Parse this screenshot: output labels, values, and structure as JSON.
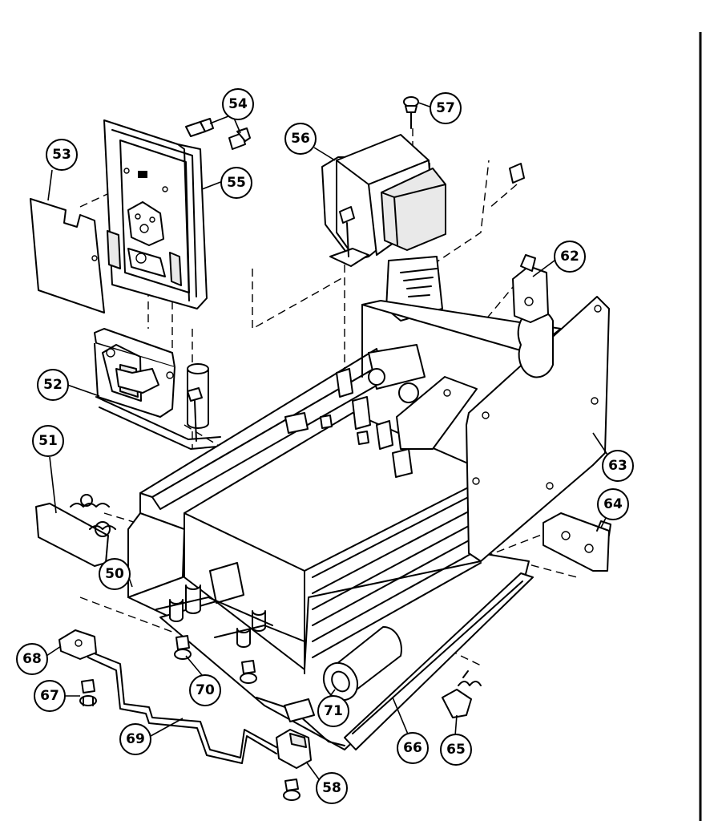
{
  "diagram": {
    "callouts": [
      {
        "label": "50"
      },
      {
        "label": "51"
      },
      {
        "label": "52"
      },
      {
        "label": "53"
      },
      {
        "label": "54"
      },
      {
        "label": "55"
      },
      {
        "label": "56"
      },
      {
        "label": "57"
      },
      {
        "label": "58"
      },
      {
        "label": "62"
      },
      {
        "label": "63"
      },
      {
        "label": "64"
      },
      {
        "label": "65"
      },
      {
        "label": "66"
      },
      {
        "label": "67"
      },
      {
        "label": "68"
      },
      {
        "label": "69"
      },
      {
        "label": "70"
      },
      {
        "label": "71"
      }
    ]
  }
}
